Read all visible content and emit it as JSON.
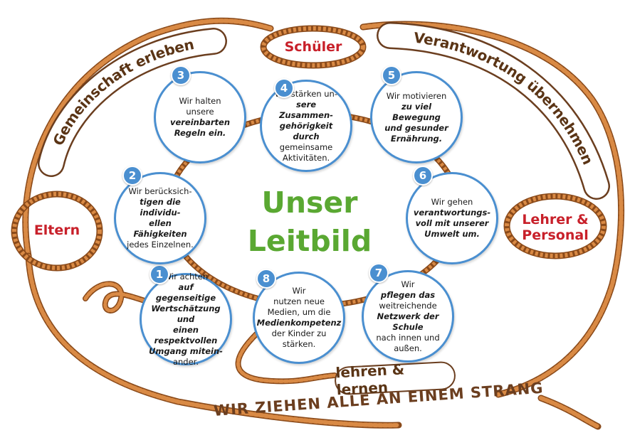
{
  "title": {
    "line1": "Unser",
    "line2": "Leitbild"
  },
  "motto": "WIR ZIEHEN ALLE AN EINEM STRANG",
  "arcs": {
    "left": "Gemeinschaft erleben",
    "right": "Verantwortung übernehmen",
    "bottom": "lehren & lernen"
  },
  "groups": {
    "schueler": "Schüler",
    "eltern": "Eltern",
    "lehrer_line1": "Lehrer &",
    "lehrer_line2": "Personal"
  },
  "colors": {
    "rope": "#c8702e",
    "circle_border": "#4a8fd0",
    "title_green": "#5aa832",
    "group_red": "#c8202a",
    "arc_brown": "#6b3e1f"
  },
  "principles": [
    {
      "n": "1",
      "l1": "Wir achten",
      "l2": "auf gegenseitige",
      "l3": "Wertschätzung und",
      "l4": "einen respektvollen",
      "l5": "Umgang mitein-",
      "l6": "ander."
    },
    {
      "n": "2",
      "l1": "Wir berücksich-",
      "l2": "tigen die individu-",
      "l3": "ellen Fähigkeiten",
      "l4": "jedes Einzelnen."
    },
    {
      "n": "3",
      "l1": "Wir halten",
      "l2": "unsere",
      "l3": "vereinbarten",
      "l4": "Regeln ein."
    },
    {
      "n": "4",
      "l1": "Wir stärken un-",
      "l2": "sere Zusammen-",
      "l3": "gehörigkeit durch",
      "l4": "gemeinsame",
      "l5": "Aktivitäten."
    },
    {
      "n": "5",
      "l1": "Wir motivieren",
      "l2": "zu viel Bewegung",
      "l3": "und gesunder",
      "l4": "Ernährung."
    },
    {
      "n": "6",
      "l1": "Wir gehen",
      "l2": "verantwortungs-",
      "l3": "voll mit unserer",
      "l4": "Umwelt um."
    },
    {
      "n": "7",
      "l1": "Wir",
      "l2": "pflegen das",
      "l3": "weitreichende",
      "l4": "Netzwerk der Schule",
      "l5": "nach innen und",
      "l6": "außen."
    },
    {
      "n": "8",
      "l1": "Wir",
      "l2": "nutzen neue",
      "l3": "Medien, um die",
      "l4": "Medienkompetenz",
      "l5": "der Kinder zu",
      "l6": "stärken."
    }
  ]
}
